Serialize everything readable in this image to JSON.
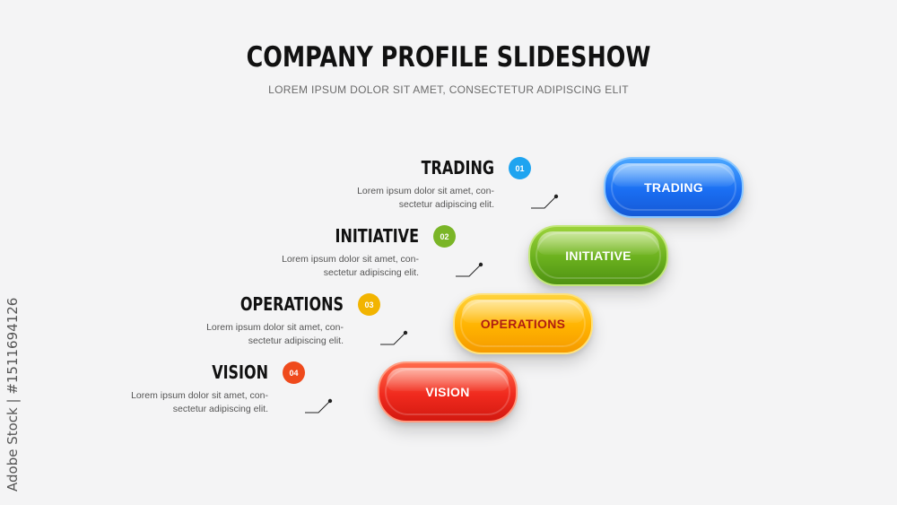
{
  "header": {
    "title": "COMPANY PROFILE SLIDESHOW",
    "subtitle": "LOREM IPSUM DOLOR SIT AMET, CONSECTETUR ADIPISCING ELIT"
  },
  "steps": [
    {
      "heading": "TRADING",
      "number": "01",
      "desc_line1": "Lorem ipsum dolor sit amet, con-",
      "desc_line2": "sectetur adipiscing elit.",
      "pill_label": "TRADING",
      "color": "#1e6ff0"
    },
    {
      "heading": "INITIATIVE",
      "number": "02",
      "desc_line1": "Lorem ipsum dolor sit amet, con-",
      "desc_line2": "sectetur adipiscing elit.",
      "pill_label": "INITIATIVE",
      "color": "#6db41f"
    },
    {
      "heading": "OPERATIONS",
      "number": "03",
      "desc_line1": "Lorem ipsum dolor sit amet, con-",
      "desc_line2": "sectetur adipiscing elit.",
      "pill_label": "OPERATIONS",
      "color": "#f5b400"
    },
    {
      "heading": "VISION",
      "number": "04",
      "desc_line1": "Lorem ipsum dolor sit amet, con-",
      "desc_line2": "sectetur adipiscing elit.",
      "pill_label": "VISION",
      "color": "#f0441e"
    }
  ],
  "stock_id": "Adobe Stock | #1511694126"
}
